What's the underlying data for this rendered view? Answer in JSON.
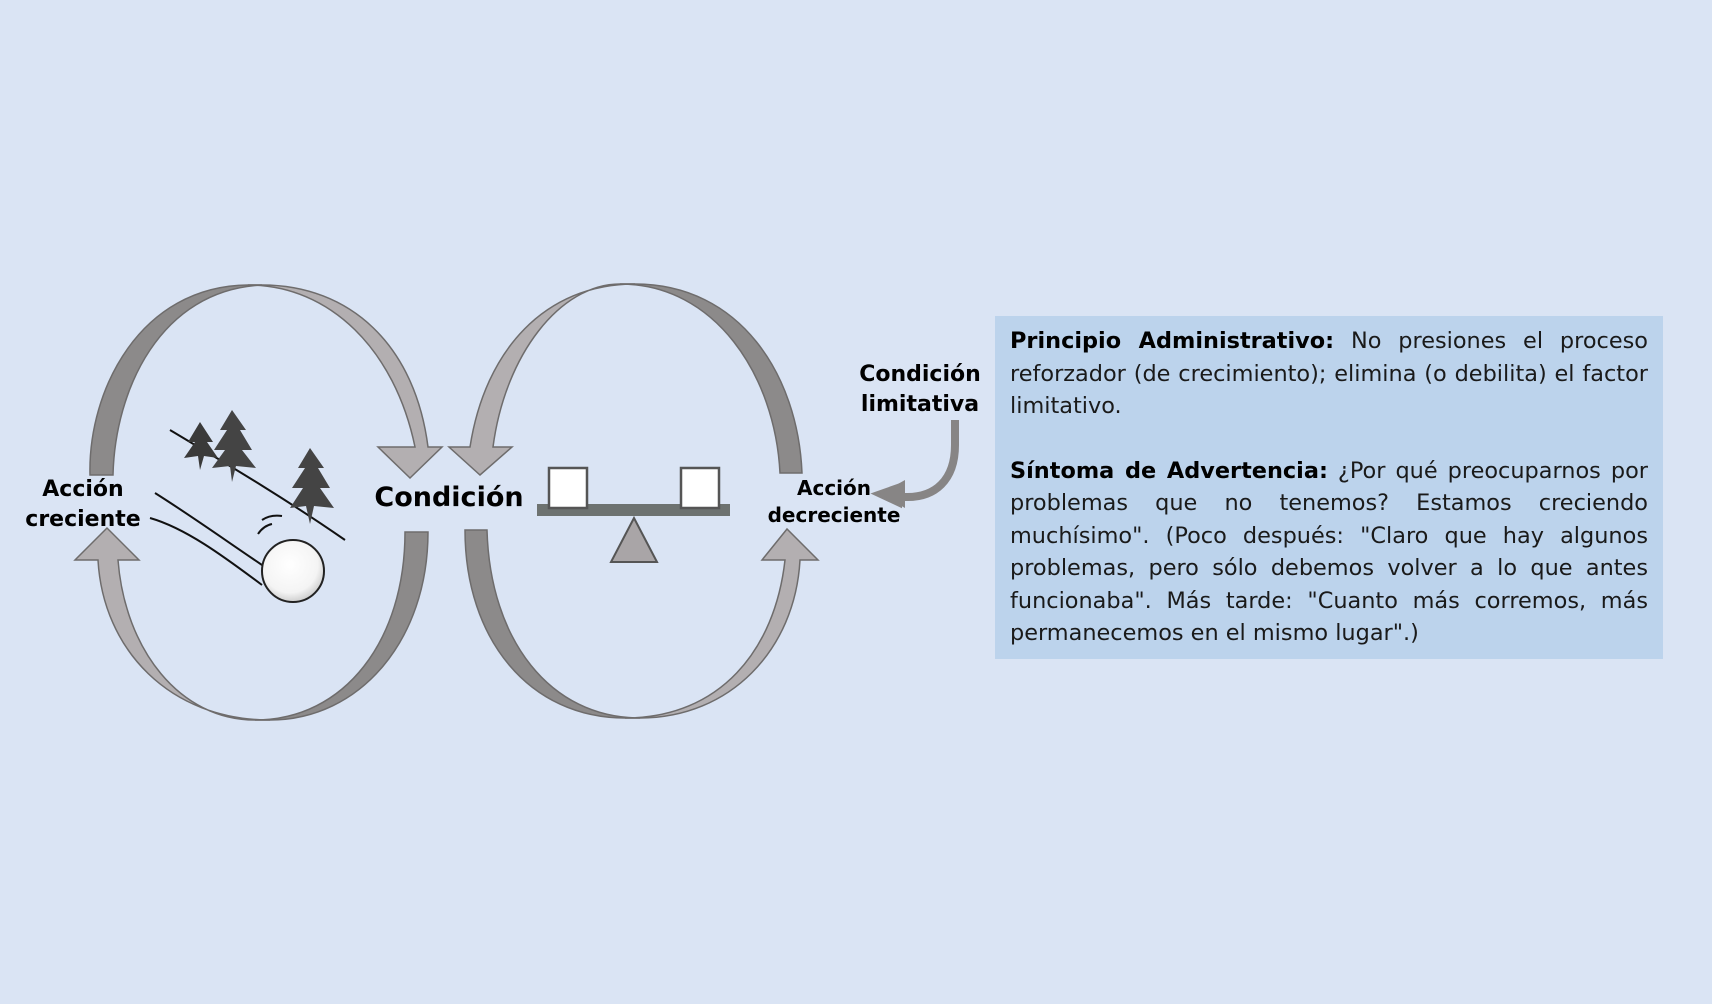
{
  "labels": {
    "accion_creciente_1": "Acción",
    "accion_creciente_2": "creciente",
    "condicion": "Condición",
    "accion_decreciente_1": "Acción",
    "accion_decreciente_2": "decreciente",
    "condicion_limitativa_1": "Condición",
    "condicion_limitativa_2": "limitativa"
  },
  "textbox": {
    "principio_heading": "Principio Administrativo:",
    "principio_text": " No presiones el proceso reforzador (de crecimiento); elimina (o debilita) el factor limitativo.",
    "sintoma_heading": "Síntoma de Advertencia:",
    "sintoma_text": " ¿Por qué preocuparnos por problemas que no tenemos? Estamos creciendo muchísimo\". (Poco después: \"Claro que hay algunos problemas, pero sólo debemos volver a lo que antes funcionaba\". Más tarde: \"Cuanto más corremos, más permanecemos en el mismo lugar\".)"
  },
  "icons": [
    "snowball-icon",
    "balance-scale-icon"
  ],
  "colors": {
    "background": "#dae4f4",
    "textbox_background": "#bcd3ec",
    "arrow_light": "#b2aeb0",
    "arrow_dark": "#8a8888",
    "arrow_stroke": "#6e6c6c"
  }
}
